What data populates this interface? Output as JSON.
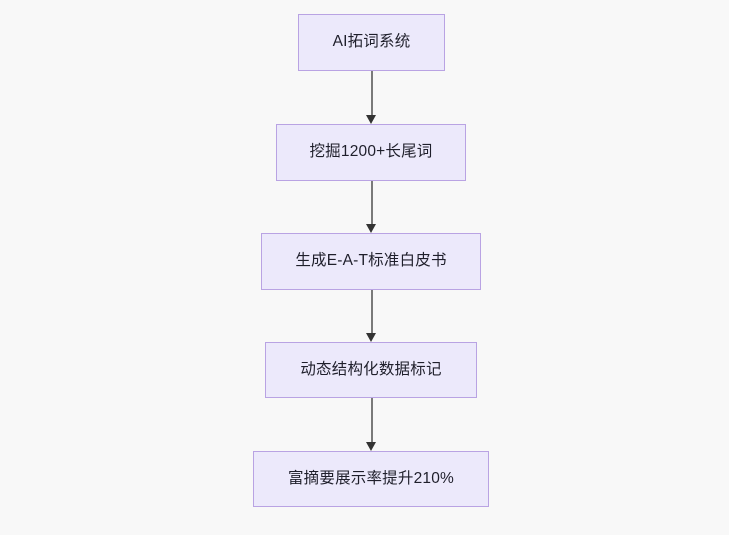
{
  "diagram": {
    "type": "flowchart",
    "orientation": "top-to-bottom",
    "background_color": "#f8f8f8",
    "node_fill_color": "#ece9fb",
    "node_border_color": "#b9a3e3",
    "node_text_color": "#1f1f2b",
    "edge_line_color": "#7a7a7a",
    "edge_arrow_color": "#333333",
    "nodes": [
      {
        "id": "n1",
        "label": "AI拓词系统"
      },
      {
        "id": "n2",
        "label": "挖掘1200+长尾词"
      },
      {
        "id": "n3",
        "label": "生成E-A-T标准白皮书"
      },
      {
        "id": "n4",
        "label": "动态结构化数据标记"
      },
      {
        "id": "n5",
        "label": "富摘要展示率提升210%"
      }
    ],
    "edges": [
      {
        "id": "e1",
        "from": "n1",
        "to": "n2",
        "label": ""
      },
      {
        "id": "e2",
        "from": "n2",
        "to": "n3",
        "label": ""
      },
      {
        "id": "e3",
        "from": "n3",
        "to": "n4",
        "label": ""
      },
      {
        "id": "e4",
        "from": "n4",
        "to": "n5",
        "label": ""
      }
    ]
  }
}
